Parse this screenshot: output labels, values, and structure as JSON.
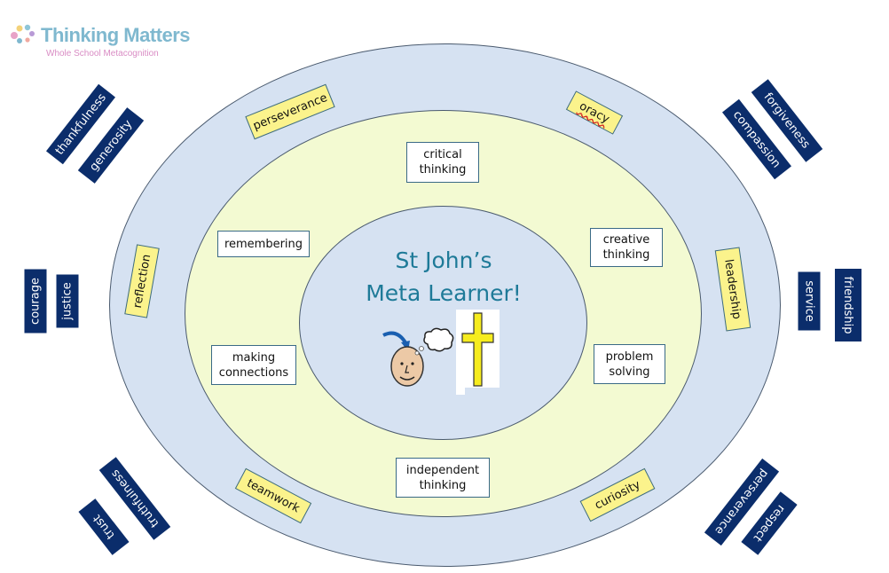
{
  "logo": {
    "title": "Thinking Matters",
    "subtitle": "Whole School Metacognition",
    "icon": "swirl-logo-icon"
  },
  "center": {
    "title_line1": "St John’s",
    "title_line2": "Meta Learner!",
    "icons": [
      "thinking-head-icon",
      "thought-bubble-icon",
      "cross-icon"
    ]
  },
  "skills": [
    {
      "line1": "critical",
      "line2": "thinking"
    },
    {
      "line1": "remembering",
      "line2": ""
    },
    {
      "line1": "creative",
      "line2": "thinking"
    },
    {
      "line1": "making",
      "line2": "connections"
    },
    {
      "line1": "problem",
      "line2": "solving"
    },
    {
      "line1": "independent",
      "line2": "thinking"
    }
  ],
  "dispositions": [
    "perseverance",
    "oracy",
    "reflection",
    "leadership",
    "teamwork",
    "curiosity"
  ],
  "values": {
    "top_left": [
      "thankfulness",
      "generosity"
    ],
    "top_right": [
      "forgiveness",
      "compassion"
    ],
    "left": [
      "courage",
      "justice"
    ],
    "right": [
      "service",
      "friendship"
    ],
    "bottom_left": [
      "truthfulness",
      "trust"
    ],
    "bottom_right": [
      "perseverance",
      "respect"
    ]
  },
  "colors": {
    "outer_ring": "#d6e2f2",
    "middle_ring": "#f3fad2",
    "disposition_fill": "#fbf38c",
    "value_fill": "#0b2d6b",
    "title": "#1e7a98"
  }
}
